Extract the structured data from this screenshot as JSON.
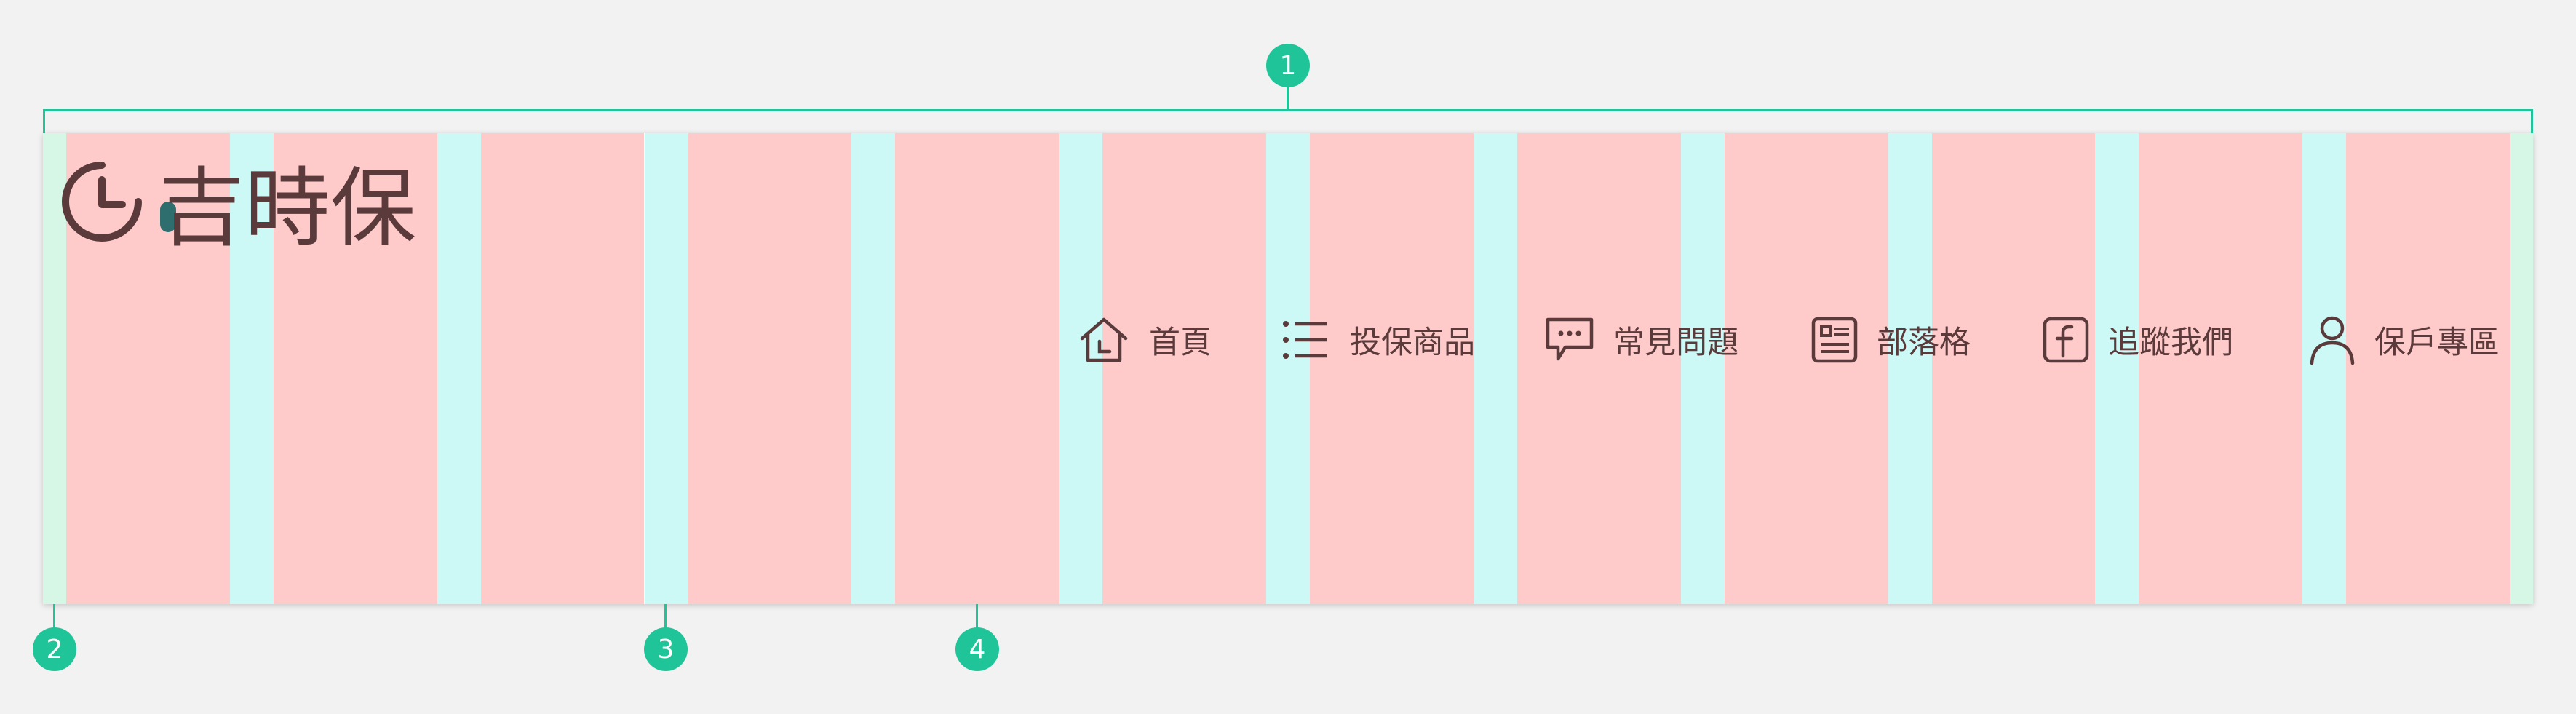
{
  "logo": {
    "text": "吉時保",
    "brand_color": "#5a3a3a",
    "accent_color": "#2e6e6e"
  },
  "nav": {
    "items": [
      {
        "label": "首頁",
        "icon": "home-icon"
      },
      {
        "label": "投保商品",
        "icon": "list-icon"
      },
      {
        "label": "常見問題",
        "icon": "chat-icon"
      },
      {
        "label": "部落格",
        "icon": "blog-icon"
      },
      {
        "label": "追蹤我們",
        "icon": "facebook-icon"
      },
      {
        "label": "保戶專區",
        "icon": "user-icon"
      }
    ]
  },
  "grid": {
    "columns": 12,
    "colors": {
      "margin": "#d7f7e6",
      "column": "#ffcaca",
      "gutter": "#ccf9f6"
    }
  },
  "annotations": {
    "container": "1",
    "margin": "2",
    "gutter": "3",
    "column": "4",
    "color": "#1fc598"
  }
}
